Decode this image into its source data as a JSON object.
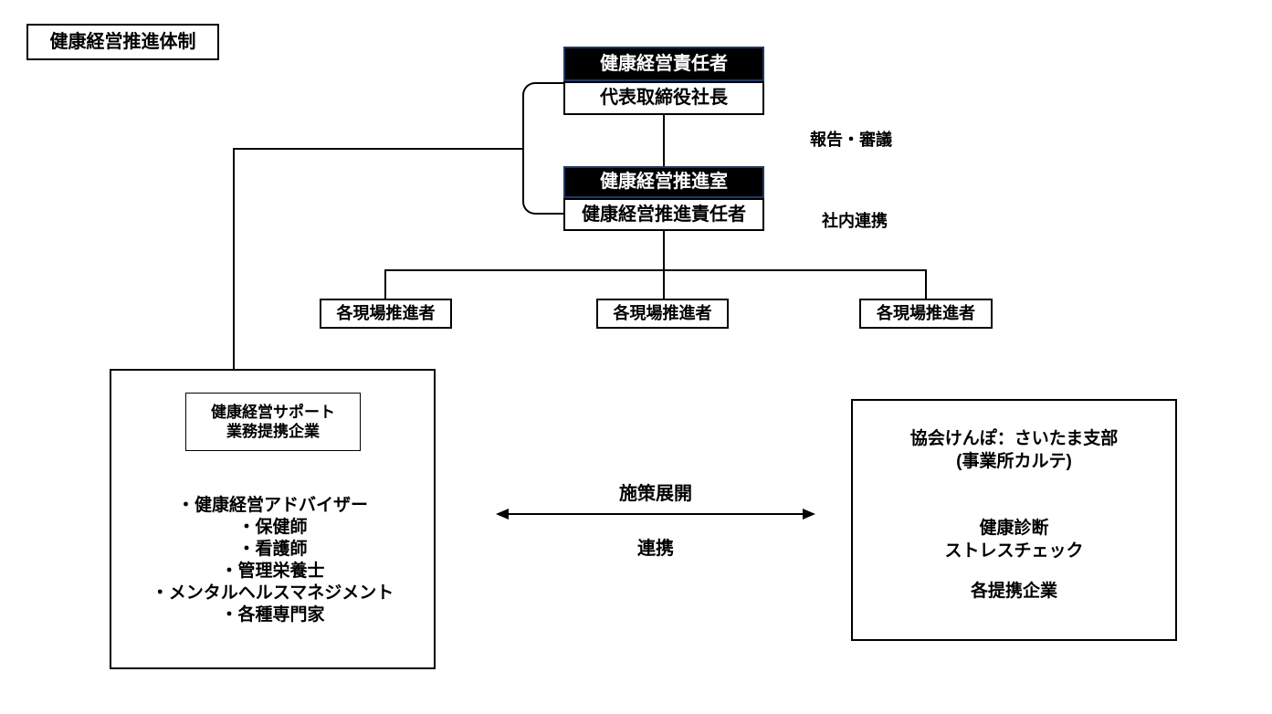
{
  "diagram_title": "健康経営推進体制",
  "org": {
    "executive": {
      "role": "健康経営責任者",
      "holder": "代表取締役社長"
    },
    "promotion_office": {
      "role": "健康経営推進室",
      "holder": "健康経営推進責任者"
    },
    "site_promoters": [
      "各現場推進者",
      "各現場推進者",
      "各現場推進者"
    ],
    "annotations": {
      "report": "報告・審議",
      "internal_cooperation": "社内連携"
    }
  },
  "support_box": {
    "header": {
      "line1": "健康経営サポート",
      "line2": "業務提携企業"
    },
    "items": [
      "・健康経営アドバイザー",
      "・保健師",
      "・看護師",
      "・管理栄養士",
      "・メンタルヘルスマネジメント",
      "・各種専門家"
    ]
  },
  "partner_box": {
    "line1": "協会けんぽ：さいたま支部",
    "line2": "(事業所カルテ)",
    "line3": "健康診断",
    "line4": "ストレスチェック",
    "line5": "各提携企業"
  },
  "arrow": {
    "top_label": "施策展開",
    "bottom_label": "連携"
  },
  "colors": {
    "background": "#ffffff",
    "dark_box_fill": "#000000",
    "dark_box_border": "#1f3864",
    "line": "#000000",
    "text": "#000000"
  }
}
